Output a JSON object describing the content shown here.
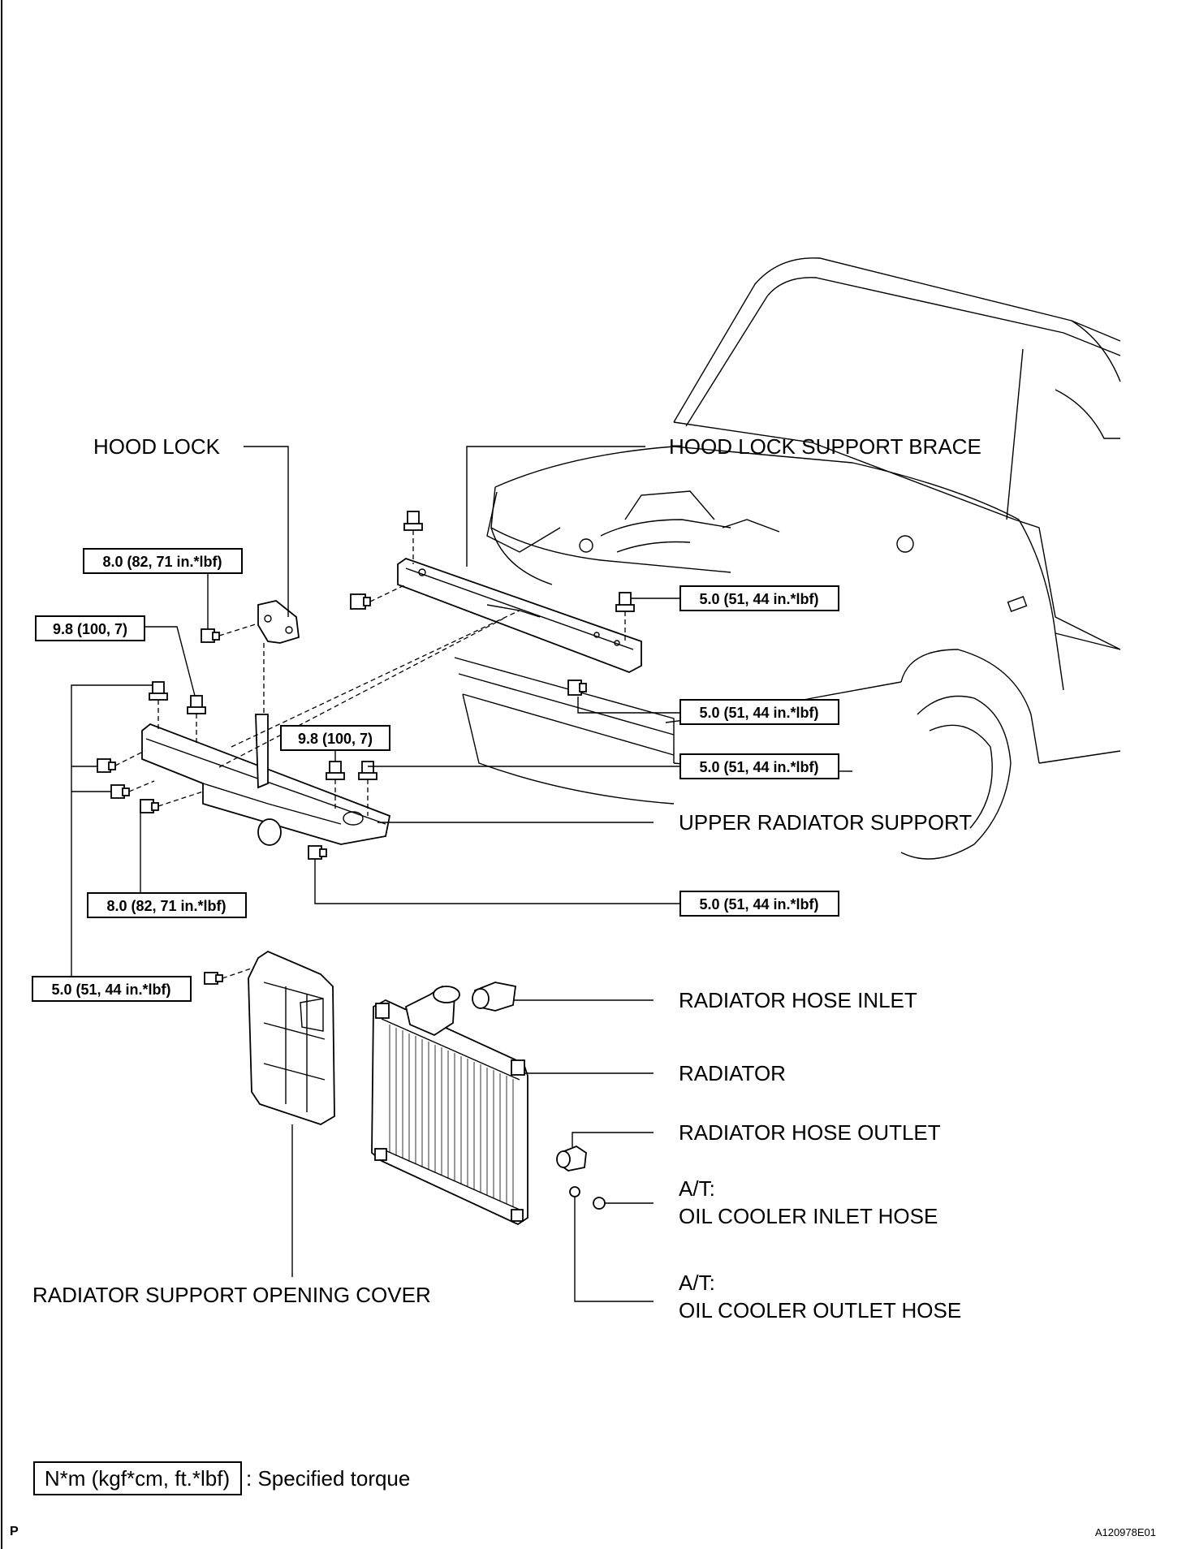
{
  "labels": {
    "hood_lock": "HOOD LOCK",
    "hood_lock_support_brace": "HOOD LOCK SUPPORT BRACE",
    "upper_radiator_support": "UPPER RADIATOR SUPPORT",
    "radiator_hose_inlet": "RADIATOR HOSE INLET",
    "radiator": "RADIATOR",
    "radiator_hose_outlet": "RADIATOR HOSE OUTLET",
    "oil_cooler_inlet_prefix": "A/T:",
    "oil_cooler_inlet": "OIL COOLER INLET HOSE",
    "oil_cooler_outlet_prefix": "A/T:",
    "oil_cooler_outlet": "OIL COOLER OUTLET HOSE",
    "radiator_support_opening_cover": "RADIATOR SUPPORT OPENING COVER"
  },
  "torques": {
    "hood_lock_bolt": "8.0 (82, 71 in.*lbf)",
    "hood_lock_side_bolt": "9.8 (100, 7)",
    "brace_bolt_top": "5.0 (51, 44 in.*lbf)",
    "brace_bolt_lower": "5.0 (51, 44 in.*lbf)",
    "support_bolt_center_label": "9.8 (100, 7)",
    "support_bolt_right": "5.0 (51, 44 in.*lbf)",
    "support_left_bolt": "8.0 (82, 71 in.*lbf)",
    "support_bottom_bolt": "5.0 (51, 44 in.*lbf)",
    "support_side_bolts": "5.0 (51, 44 in.*lbf)"
  },
  "legend": {
    "unit_box": "N*m (kgf*cm, ft.*lbf)",
    "description": ": Specified torque"
  },
  "footer": {
    "page_marker": "P",
    "figure_id": "A120978E01"
  }
}
